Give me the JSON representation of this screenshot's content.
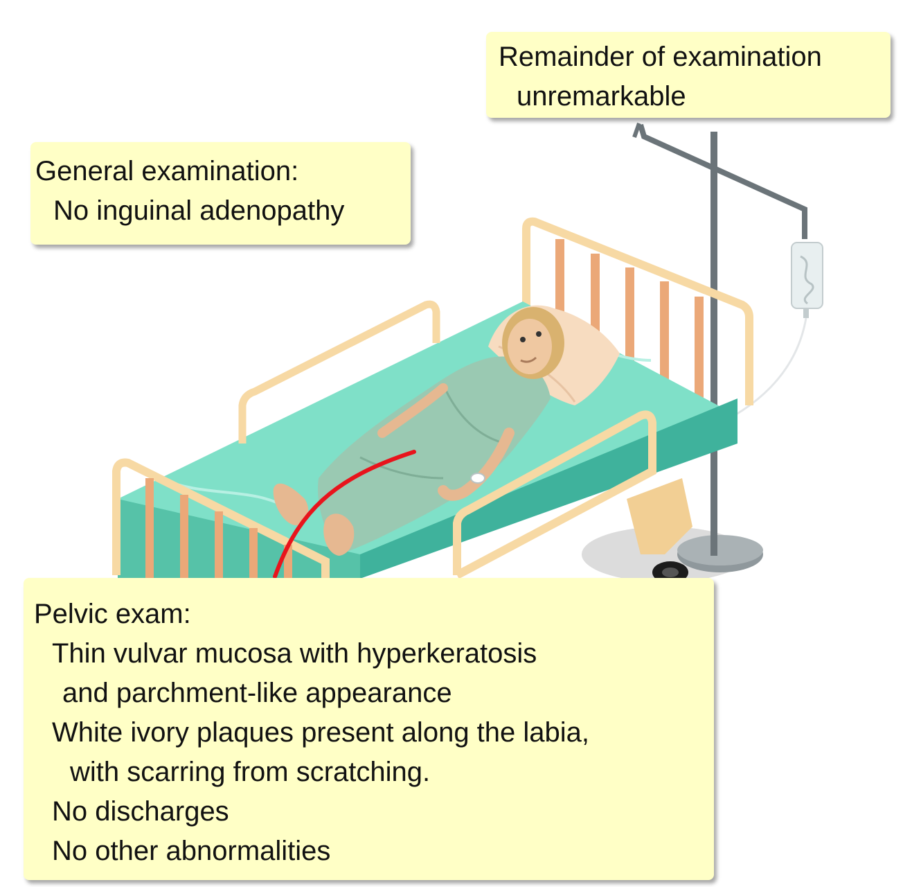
{
  "notes": {
    "remainder": {
      "lines": [
        "Remainder of examination",
        "unremarkable"
      ]
    },
    "general": {
      "lines": [
        "General examination:",
        "No inguinal adenopathy"
      ]
    },
    "pelvic": {
      "lines": [
        "Pelvic exam:",
        "Thin vulvar mucosa with hyperkeratosis",
        "and parchment-like appearance",
        "White ivory plaques present along the labia,",
        "with scarring from scratching.",
        "No discharges",
        "No other abnormalities"
      ]
    }
  },
  "illustration": {
    "subject": "elderly-patient-in-hospital-bed",
    "pointer_color": "#e8141c",
    "sheet_color": "#7fe0c8",
    "gown_color": "#9ac9b2",
    "bed_frame_color": "#f7d9a4",
    "rail_color": "#eba878",
    "iv_pole_color": "#6b7479"
  }
}
